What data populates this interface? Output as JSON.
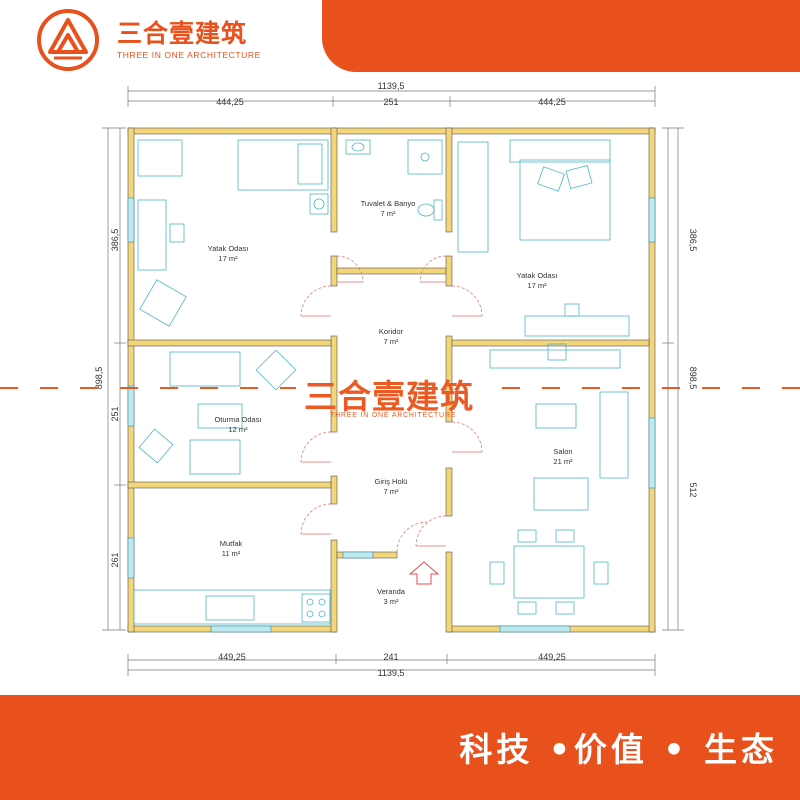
{
  "brand": {
    "name_cn": "三合壹建筑",
    "name_en": "THREE IN ONE ARCHITECTURE",
    "accent": "#e8501c"
  },
  "dimensions": {
    "total_width": "1139,5",
    "left_width": "444,25",
    "center_width": "251",
    "right_width": "444,25",
    "bottom_left": "449,25",
    "bottom_center": "241",
    "bottom_right": "449,25",
    "total_height": "898,5",
    "left_top": "386,5",
    "left_middle": "251",
    "left_bottom": "261",
    "right_top": "386,5",
    "right_bottom": "512"
  },
  "rooms": [
    {
      "name": "Yatak Odası",
      "area": "17 m²"
    },
    {
      "name": "Tuvalet & Banyo",
      "area": "7 m²"
    },
    {
      "name": "Yatak Odası",
      "area": "17 m²"
    },
    {
      "name": "Koridor",
      "area": "7 m²"
    },
    {
      "name": "Oturma Odası",
      "area": "12 m²"
    },
    {
      "name": "Salon",
      "area": "21 m²"
    },
    {
      "name": "Giriş Holü",
      "area": "7 m²"
    },
    {
      "name": "Mutfak",
      "area": "11 m²"
    },
    {
      "name": "Veranda",
      "area": "3 m²"
    }
  ],
  "footer": {
    "slogan": "科技 •价值 • 生态"
  }
}
